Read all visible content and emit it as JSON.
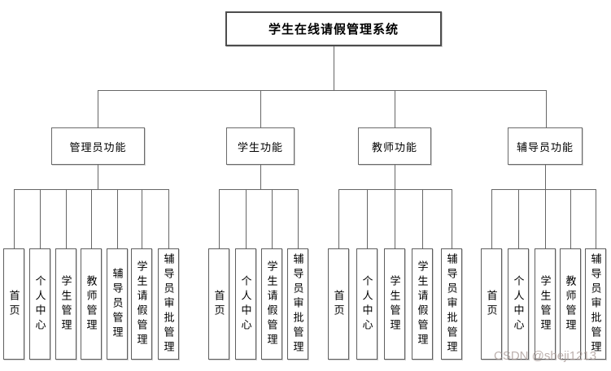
{
  "diagram": {
    "root": {
      "label": "学生在线请假管理系统"
    },
    "branches": [
      {
        "label": "管理员功能",
        "children": [
          "首页",
          "个人中心",
          "学生管理",
          "教师管理",
          "辅导员管理",
          "学生请假管理",
          "辅导员审批管理"
        ]
      },
      {
        "label": "学生功能",
        "children": [
          "首页",
          "个人中心",
          "学生请假管理",
          "辅导员审批管理"
        ]
      },
      {
        "label": "教师功能",
        "children": [
          "首页",
          "个人中心",
          "学生管理",
          "学生请假管理",
          "辅导员审批管理"
        ]
      },
      {
        "label": "辅导员功能",
        "children": [
          "首页",
          "个人中心",
          "学生管理",
          "教师管理",
          "辅导员审批管理"
        ]
      }
    ]
  },
  "watermark": {
    "text": "CSDN @sheji1213"
  },
  "colors": {
    "line": "#666666",
    "box_border": "#6a6a6a",
    "root_border": "#4d4d4d",
    "background": "#ffffff",
    "text": "#000000",
    "watermark": "#a59691"
  }
}
